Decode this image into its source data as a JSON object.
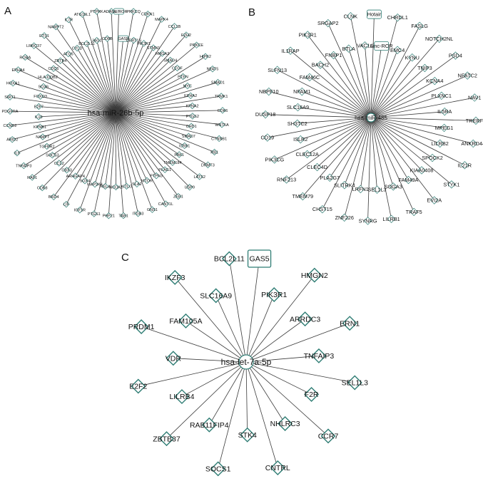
{
  "panels": [
    {
      "letter": "A",
      "hub": "hsa-miR-26b-5p",
      "rect_nodes": [
        "Linc-ROR",
        "GAS5"
      ],
      "nodes": [
        "PRKCQ",
        "CERT1S",
        "CDKN1",
        "PIK3R1",
        "MAPK4",
        "STMN1",
        "CCL1B",
        "HMGA2",
        "EZH2",
        "SMAD4",
        "PRKCE",
        "CTGF",
        "HIPK2",
        "PTEN",
        "NFAT5",
        "MYC",
        "SMAD1",
        "EPHA2",
        "TRMK1",
        "KPNA2",
        "CDK6",
        "PTGS2",
        "WNT5A",
        "CHD1",
        "CTNNB1",
        "SMAD7",
        "RB1",
        "ILRB1",
        "DNMT3",
        "PAK1",
        "LATS2",
        "TMEM184",
        "USP9",
        "PLAG1",
        "ZEB1",
        "PTPN3",
        "CANT1L",
        "MTOR",
        "GNS1",
        "SLA2",
        "ITGB3",
        "KITLG",
        "TAB1",
        "NCOA2",
        "PHF21",
        "RELA",
        "PTGS1",
        "MAP2K4",
        "IGF1R",
        "SOX4",
        "LIF",
        "ARHGAP4",
        "BRD4",
        "CBX3",
        "CDK8",
        "CCL2",
        "RAF1",
        "SOCS3",
        "TNFAIP3",
        "TGFBR2",
        "IL6",
        "NAMPT",
        "ARID2",
        "KPNB1",
        "CCND2",
        "IL10",
        "PDGFRA",
        "E2F7",
        "SIRT1",
        "FOXO3",
        "HOXA1",
        "SOX6",
        "EPHA4",
        "HLA-DQB2",
        "RORA",
        "CDC6",
        "LRRC37",
        "ZBTB4",
        "ETS1",
        "ATG5",
        "NAMPT2",
        "CYLD",
        "IL7R",
        "BCL2L11",
        "ATG16L1",
        "JAG1",
        "PTPRK",
        "CD8B",
        "ADAM17"
      ]
    },
    {
      "letter": "B",
      "hub": "hsa-miR-485",
      "rect_nodes": [
        "Hotair",
        "Linc-ROR"
      ],
      "nodes": [
        "CHRDL1",
        "EMC4",
        "FASLG",
        "KYNU",
        "NOTCH2NL",
        "TNIP3",
        "PSD4",
        "KCNA4",
        "NFATC2",
        "PLXNC1",
        "NAV1",
        "IL5RA",
        "TRERF1",
        "MPEG1",
        "ANKRD44",
        "LILRB2",
        "IL21R",
        "SPOCK2",
        "STYK1",
        "KIAA0408",
        "EVI2A",
        "FAM49A",
        "TRAF5",
        "SOGA3",
        "LILRB1",
        "SEL1L3",
        "SYNRG",
        "LRFN1",
        "ZNF226",
        "SLITRK4",
        "CHST15",
        "PLA2G7",
        "TMEM79",
        "CLEC4D",
        "RNF213",
        "CLEC12A",
        "PIK3CG",
        "ISLR2",
        "CD19",
        "SH3TC2",
        "DUSP18",
        "SLC16A9",
        "NBPF10",
        "NFAM1",
        "SLFN13",
        "FAM46C",
        "IL1RAP",
        "BACH2",
        "PIK3R1",
        "FNBP1",
        "SRGAP2",
        "BTLA",
        "CLNK",
        "VAC14"
      ]
    },
    {
      "letter": "C",
      "hub": "hsa-let-7a-5p",
      "rect_nodes": [
        "GAS5"
      ],
      "nodes": [
        "PIK3R1",
        "HMGN2",
        "ARRDC3",
        "ERN1",
        "TNFAIP3",
        "SEL1L3",
        "F2R",
        "CCR7",
        "NHLRC3",
        "CNTRL",
        "STK4",
        "SOCS1",
        "RAB11FIP4",
        "ZBTB37",
        "LILRB4",
        "E2F2",
        "VDR",
        "PRDM1",
        "FAM105A",
        "IKZF3",
        "SLC16A9",
        "BCL2L11"
      ]
    }
  ]
}
